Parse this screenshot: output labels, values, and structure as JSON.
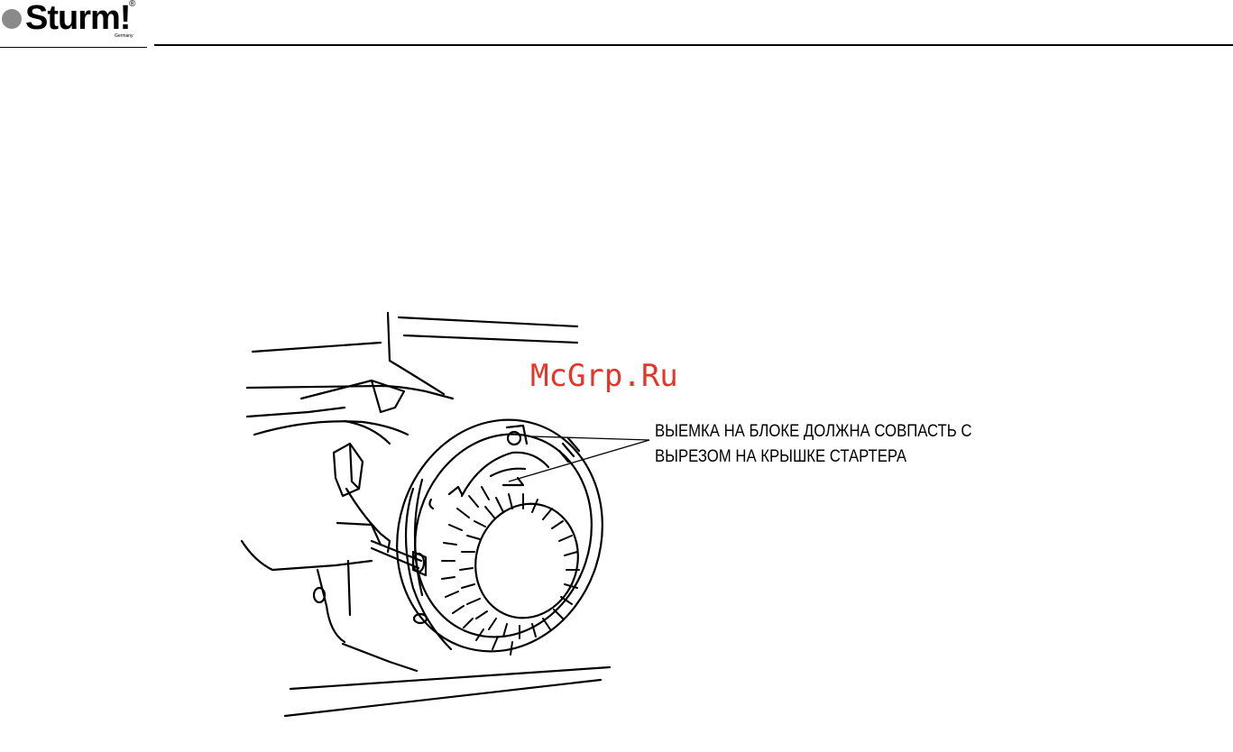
{
  "header": {
    "brand": "Sturm!",
    "registered": "®",
    "brand_sub": "Germany"
  },
  "figure": {
    "watermark": "McGrp.Ru",
    "callout_line1": "ВЫЕМКА НА БЛОКЕ ДОЛЖНА СОВПАСТЬ С",
    "callout_line2": "ВЫРЕЗОМ НА КРЫШКЕ СТАРТЕРА"
  },
  "colors": {
    "watermark": "#e8352a",
    "logo_dot": "#8a8a8a"
  }
}
